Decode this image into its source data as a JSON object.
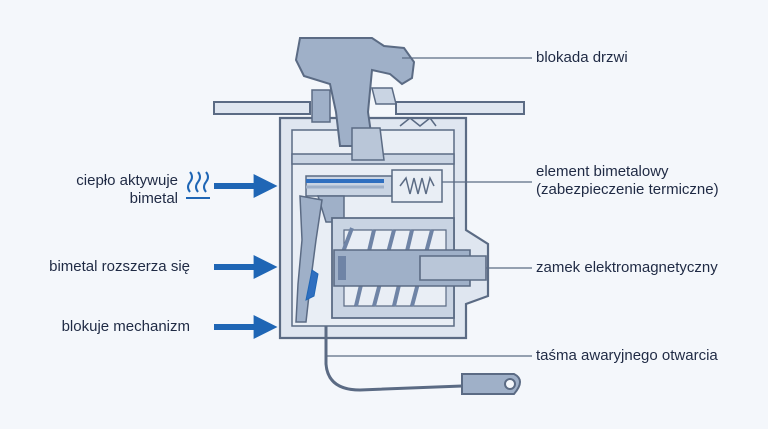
{
  "labels": {
    "door_lock": "blokada drzwi",
    "bimetal_element_line1": "element bimetalowy",
    "bimetal_element_line2": "(zabezpieczenie termiczne)",
    "solenoid": "zamek elektromagnetyczny",
    "emergency_strap": "taśma awaryjnego otwarcia",
    "heat_line1": "ciepło aktywuje",
    "heat_line2": "bimetal",
    "bimetal_expands": "bimetal rozszerza się",
    "blocks_mechanism": "blokuje mechanizm"
  },
  "colors": {
    "background": "#f4f7fb",
    "outline": "#5b6b84",
    "housing_fill": "#dfe6f0",
    "inner_fill": "#c9d4e3",
    "part_fill": "#9fb0c8",
    "dark_part": "#6f84a6",
    "arrow_blue": "#1f66b5",
    "bimetal_blue": "#2f6fc0",
    "text": "#1f2a44"
  },
  "icons": {
    "heat": "heat-waves-icon"
  }
}
